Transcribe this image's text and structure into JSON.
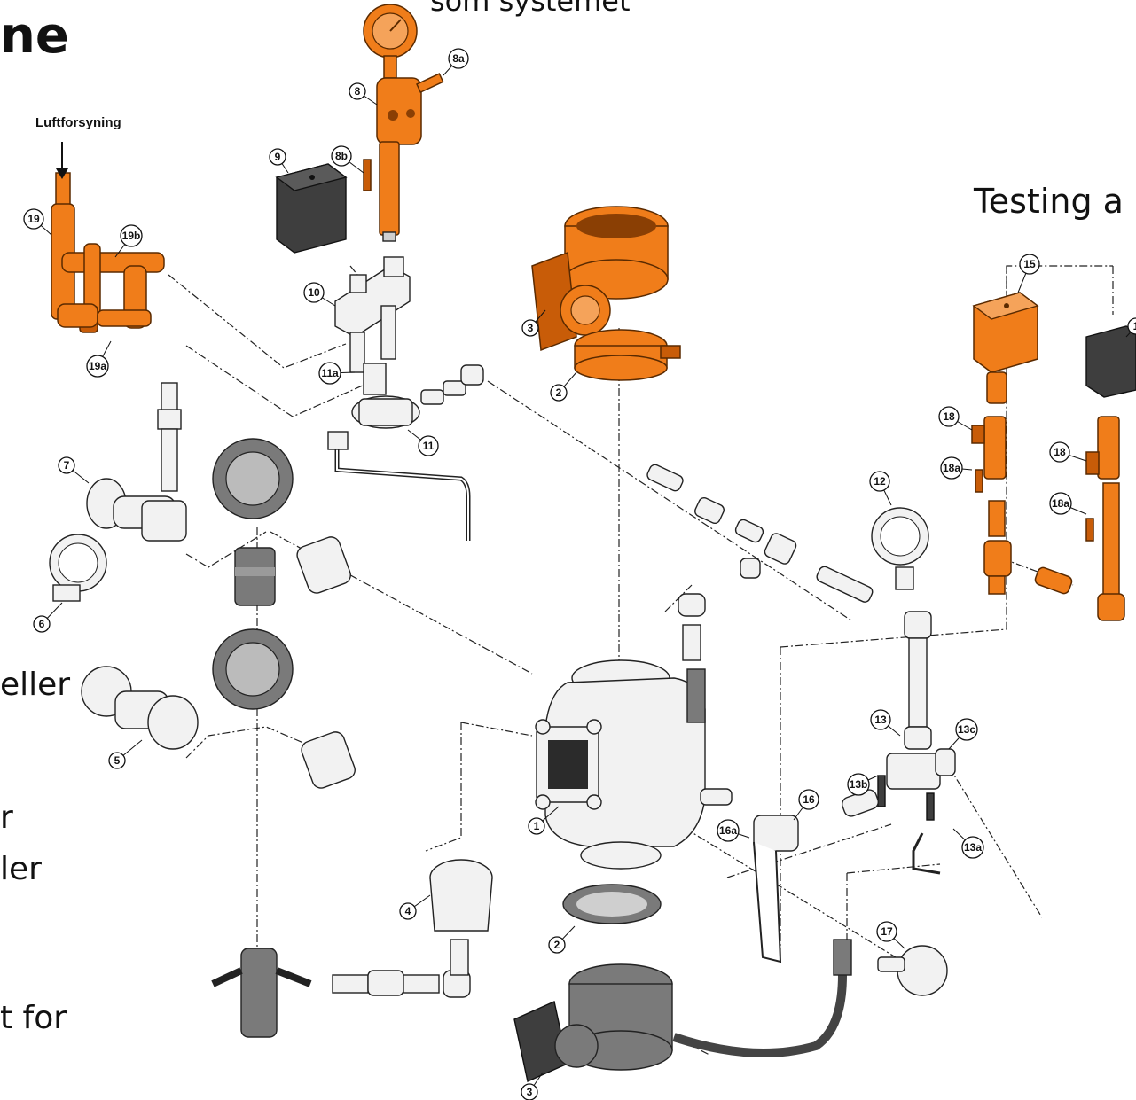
{
  "slide": {
    "top_text": "som systemet",
    "title_fragment": "ne",
    "right_heading": "Testing a",
    "left_text_1": "eller",
    "left_text_2": "r",
    "left_text_3": "ler",
    "left_text_4": "t for"
  },
  "diagram": {
    "annotation": "Luftforsyning",
    "labels": [
      "1",
      "2",
      "2",
      "3",
      "3",
      "4",
      "5",
      "6",
      "7",
      "8",
      "8a",
      "8b",
      "9",
      "10",
      "11",
      "11a",
      "12",
      "13",
      "13a",
      "13b",
      "13c",
      "15",
      "16",
      "16a",
      "17",
      "18",
      "18a",
      "18",
      "18a",
      "19",
      "19a",
      "19b",
      "1"
    ]
  },
  "colors": {
    "accent": "#f07d1a",
    "accent_dark": "#c85c08",
    "gray": "#7a7a7a",
    "dark": "#3e3e3e"
  }
}
